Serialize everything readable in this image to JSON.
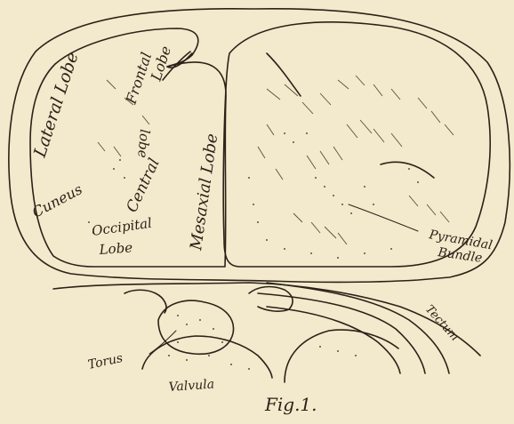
{
  "figure": {
    "caption": "Fig.1.",
    "labels": {
      "lateral_lobe": "Lateral Lobe",
      "frontal": "Frontal",
      "lobe_frontal": "Lobe",
      "central": "Central",
      "lobe_central": "lobe",
      "cuneus": "Cuneus",
      "occipital": "Occipital",
      "lobe_occipital": "Lobe",
      "mesaxial_lobe": "Mesaxial Lobe",
      "pyramidal": "Pyramidal",
      "bundle": "Bundle",
      "tectum": "Tectum",
      "torus": "Torus",
      "valvula": "Valvula"
    },
    "colors": {
      "paper": "#f3e9cc",
      "ink": "#2a2218"
    }
  }
}
